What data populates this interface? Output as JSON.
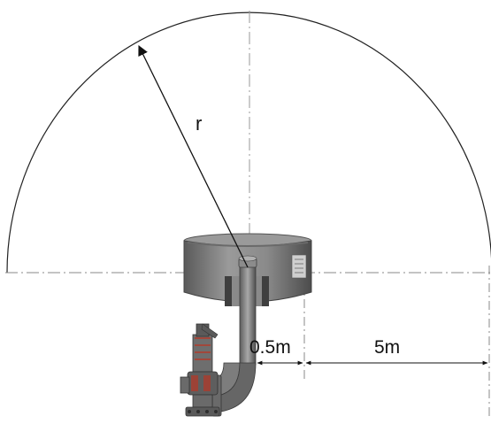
{
  "labels": {
    "radius": "r",
    "inner_offset": "0.5m",
    "outer_distance": "5m"
  },
  "colors": {
    "line": "#222222",
    "centerline": "#888888",
    "metal_dark": "#4a4a4a",
    "metal_mid": "#7a7a7a",
    "metal_light": "#b8b8b8",
    "valve_red": "#b23a2a"
  }
}
